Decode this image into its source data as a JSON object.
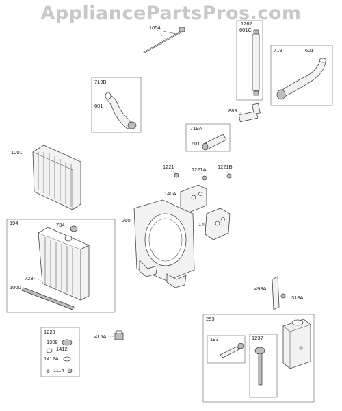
{
  "watermark": "AppliancePartsPros.com",
  "parts": {
    "p1054": "1054",
    "p1262": "1262",
    "p601C": "601C",
    "p719": "719",
    "p601_719": "601",
    "p719B": "719B",
    "p601_719B": "601",
    "p889": "889",
    "p719A": "719A",
    "p601_719A": "601",
    "p1001": "1001",
    "p1221": "1221",
    "p1221A": "1221A",
    "p1221B": "1221B",
    "p140A": "140A",
    "p260": "260",
    "p140": "140",
    "p194": "194",
    "p734": "734",
    "p723": "723",
    "p1000": "1000",
    "p493A": "493A",
    "p318A": "318A",
    "p253": "253",
    "p193": "193",
    "p1237": "1237",
    "p1228": "1228",
    "p1308": "1308",
    "p1412": "1412",
    "p1412A": "1412A",
    "p1114": "1114",
    "p415A": "415A"
  }
}
